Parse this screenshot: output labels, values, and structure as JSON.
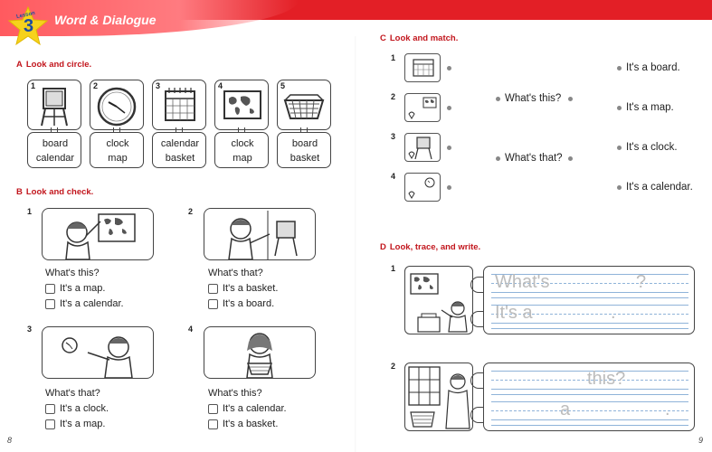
{
  "header": {
    "lesson_word": "Lesson",
    "lesson_number": "3",
    "title": "Word & Dialogue"
  },
  "colors": {
    "accent": "#e31f26",
    "star": "#f6d21c",
    "ruling": "#8fb3d9"
  },
  "sectionA": {
    "letter": "A",
    "instruction": "Look and circle.",
    "cards": [
      {
        "num": "1",
        "icon": "board-icon",
        "words": [
          "board",
          "calendar"
        ]
      },
      {
        "num": "2",
        "icon": "clock-icon",
        "words": [
          "clock",
          "map"
        ]
      },
      {
        "num": "3",
        "icon": "calendar-icon",
        "words": [
          "calendar",
          "basket"
        ]
      },
      {
        "num": "4",
        "icon": "map-icon",
        "words": [
          "clock",
          "map"
        ]
      },
      {
        "num": "5",
        "icon": "basket-icon",
        "words": [
          "board",
          "basket"
        ]
      }
    ]
  },
  "sectionB": {
    "letter": "B",
    "instruction": "Look and check.",
    "items": [
      {
        "num": "1",
        "question": "What's this?",
        "options": [
          "It's a map.",
          "It's a calendar."
        ]
      },
      {
        "num": "2",
        "question": "What's that?",
        "options": [
          "It's a basket.",
          "It's a board."
        ]
      },
      {
        "num": "3",
        "question": "What's that?",
        "options": [
          "It's a clock.",
          "It's a map."
        ]
      },
      {
        "num": "4",
        "question": "What's this?",
        "options": [
          "It's a calendar.",
          "It's a basket."
        ]
      }
    ]
  },
  "sectionC": {
    "letter": "C",
    "instruction": "Look and match.",
    "items": [
      {
        "num": "1",
        "icon": "calendar-icon"
      },
      {
        "num": "2",
        "icon": "map-icon"
      },
      {
        "num": "3",
        "icon": "board-icon"
      },
      {
        "num": "4",
        "icon": "clock-icon"
      }
    ],
    "questions": [
      "What's this?",
      "What's that?"
    ],
    "answers": [
      "It's a board.",
      "It's a map.",
      "It's a clock.",
      "It's a calendar."
    ]
  },
  "sectionD": {
    "letter": "D",
    "instruction": "Look, trace, and write.",
    "items": [
      {
        "num": "1",
        "line1_trace": "What's",
        "line1_end": "?",
        "line2_trace": "It's a",
        "line2_end": "."
      },
      {
        "num": "2",
        "line1_trace": "this?",
        "line2_trace": "a",
        "line2_end": "."
      }
    ]
  },
  "page_numbers": {
    "left": "8",
    "right": "9"
  }
}
